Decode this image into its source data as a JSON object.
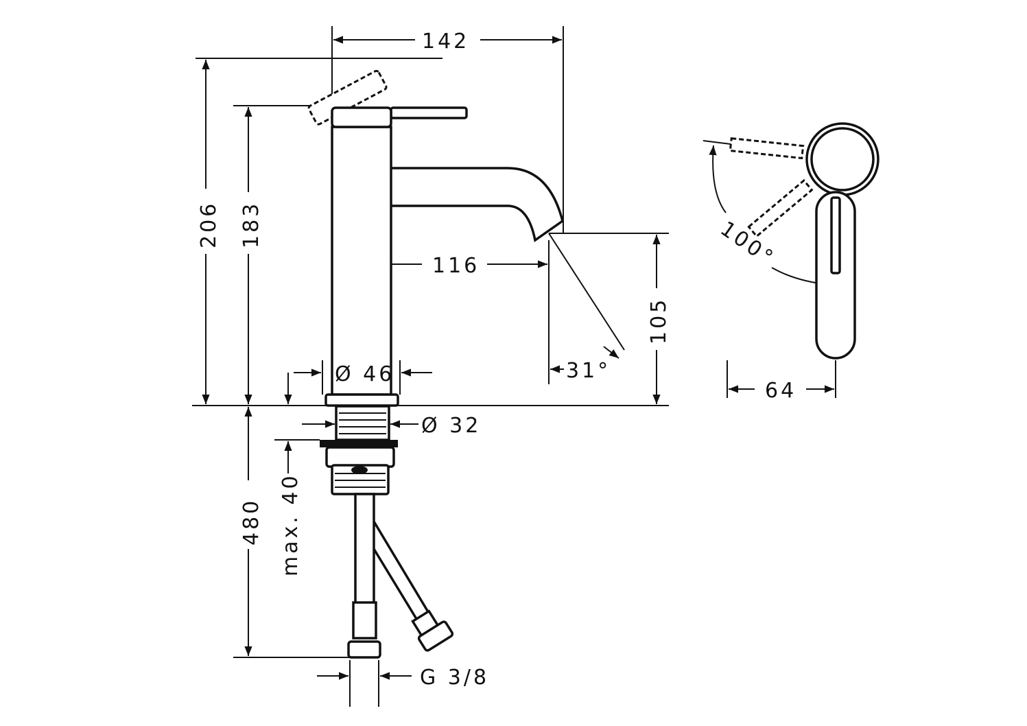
{
  "drawing": {
    "title": "Basin mixer dimension drawing",
    "dimensions": {
      "spout_reach_total": "142",
      "height_lever_raised": "206",
      "height_body": "183",
      "spout_projection": "116",
      "spout_height": "105",
      "body_diameter": "Ø 46",
      "thread_diameter": "Ø 32",
      "spout_angle": "31°",
      "hose_length": "480",
      "max_deck_thickness": "max. 40",
      "connection_thread": "G 3/8",
      "lever_rotation": "100°",
      "lever_width": "64"
    }
  }
}
